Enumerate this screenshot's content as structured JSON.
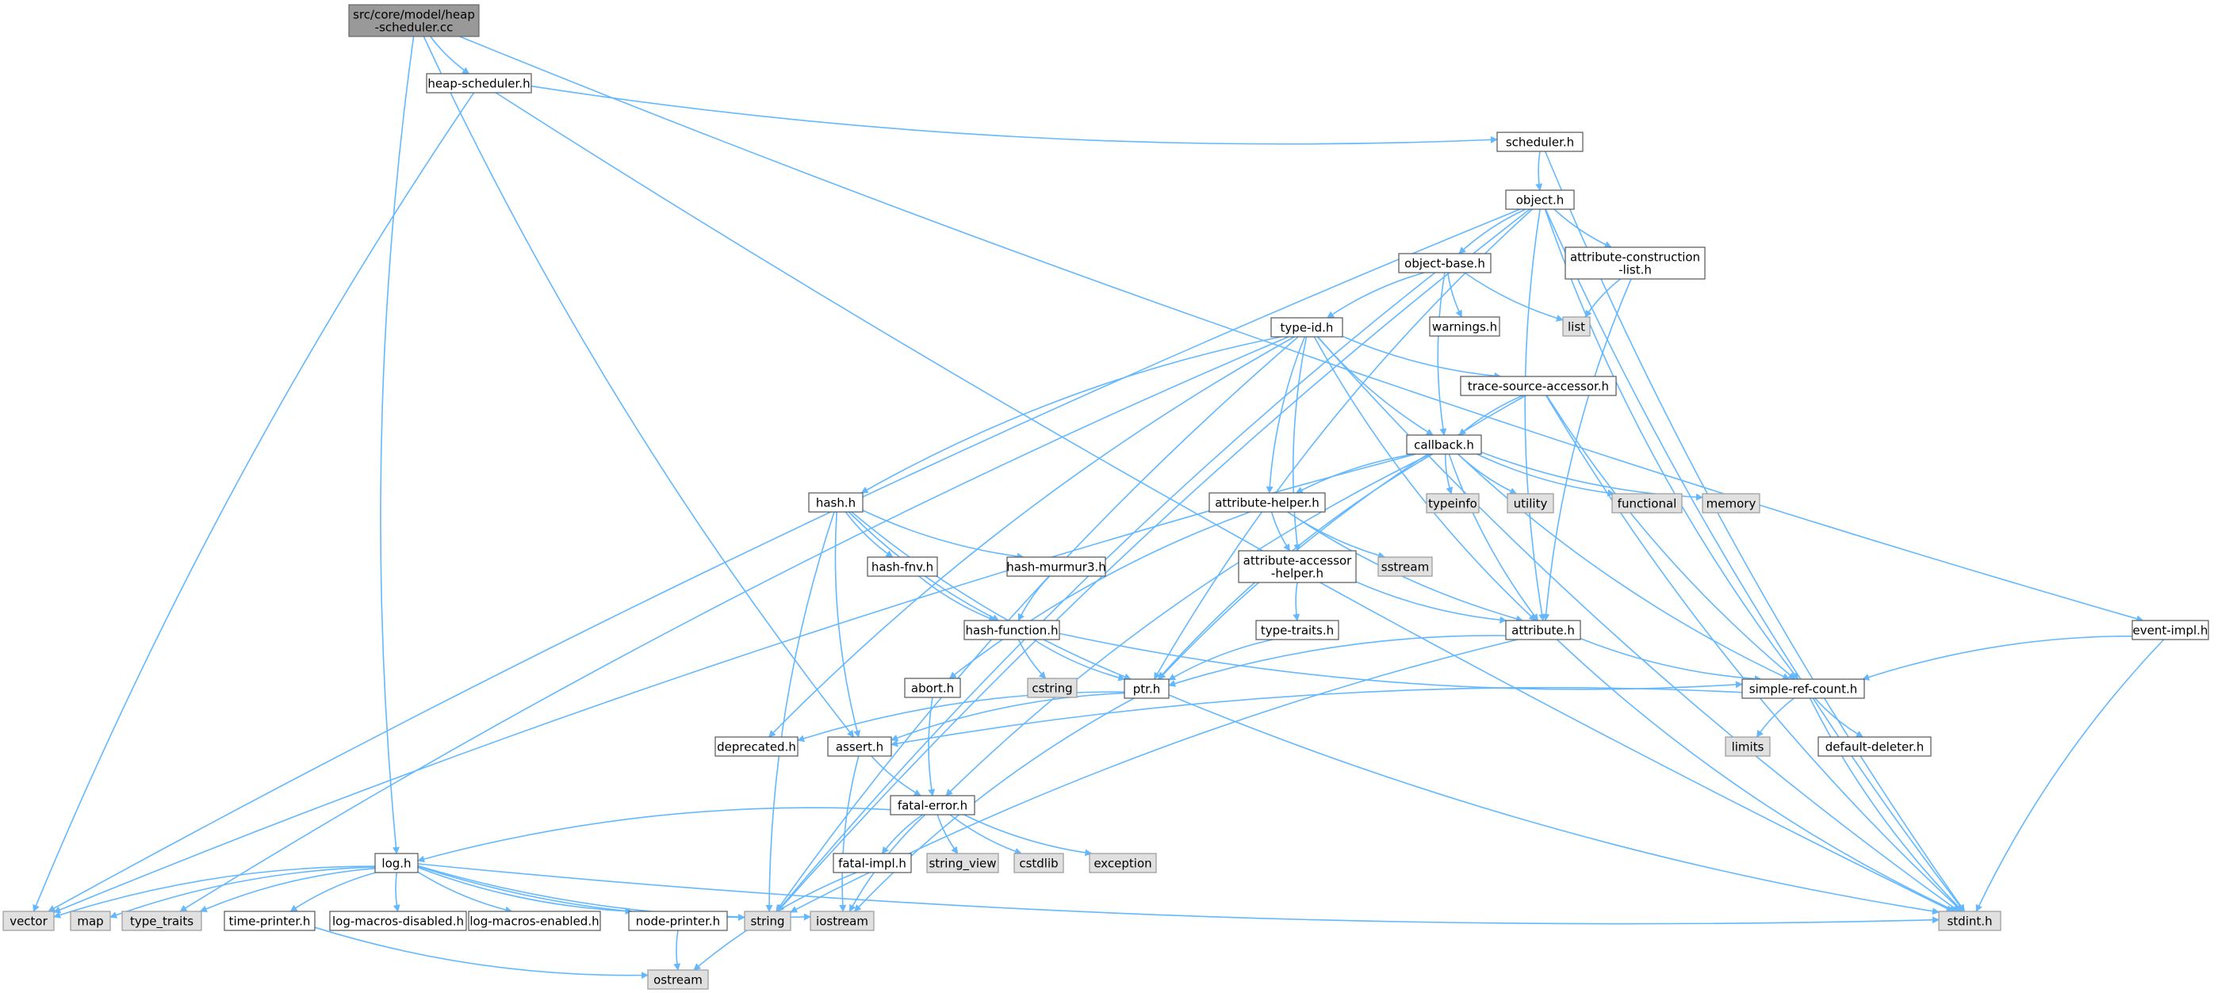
{
  "colors": {
    "edge": "#63b8ff",
    "header_fill": "#ffffff",
    "system_fill": "#e0e0e0",
    "root_fill": "#999999"
  },
  "nodes": [
    {
      "id": "root",
      "kind": "root",
      "lines": [
        "src/core/model/heap",
        "-scheduler.cc"
      ]
    },
    {
      "id": "heap-scheduler-h",
      "kind": "header",
      "lines": [
        "heap-scheduler.h"
      ]
    },
    {
      "id": "scheduler-h",
      "kind": "header",
      "lines": [
        "scheduler.h"
      ]
    },
    {
      "id": "object-h",
      "kind": "header",
      "lines": [
        "object.h"
      ]
    },
    {
      "id": "object-base-h",
      "kind": "header",
      "lines": [
        "object-base.h"
      ]
    },
    {
      "id": "attribute-construction-list-h",
      "kind": "header",
      "lines": [
        "attribute-construction",
        "-list.h"
      ]
    },
    {
      "id": "warnings-h",
      "kind": "header",
      "lines": [
        "warnings.h"
      ]
    },
    {
      "id": "list",
      "kind": "system",
      "lines": [
        "list"
      ]
    },
    {
      "id": "type-id-h",
      "kind": "header",
      "lines": [
        "type-id.h"
      ]
    },
    {
      "id": "trace-source-accessor-h",
      "kind": "header",
      "lines": [
        "trace-source-accessor.h"
      ]
    },
    {
      "id": "callback-h",
      "kind": "header",
      "lines": [
        "callback.h"
      ]
    },
    {
      "id": "hash-h",
      "kind": "header",
      "lines": [
        "hash.h"
      ]
    },
    {
      "id": "attribute-helper-h",
      "kind": "header",
      "lines": [
        "attribute-helper.h"
      ]
    },
    {
      "id": "typeinfo",
      "kind": "system",
      "lines": [
        "typeinfo"
      ]
    },
    {
      "id": "utility",
      "kind": "system",
      "lines": [
        "utility"
      ]
    },
    {
      "id": "functional",
      "kind": "system",
      "lines": [
        "functional"
      ]
    },
    {
      "id": "memory",
      "kind": "system",
      "lines": [
        "memory"
      ]
    },
    {
      "id": "hash-fnv-h",
      "kind": "header",
      "lines": [
        "hash-fnv.h"
      ]
    },
    {
      "id": "hash-murmur3-h",
      "kind": "header",
      "lines": [
        "hash-murmur3.h"
      ]
    },
    {
      "id": "attribute-accessor-helper-h",
      "kind": "header",
      "lines": [
        "attribute-accessor",
        "-helper.h"
      ]
    },
    {
      "id": "sstream",
      "kind": "system",
      "lines": [
        "sstream"
      ]
    },
    {
      "id": "type-traits-h",
      "kind": "header",
      "lines": [
        "type-traits.h"
      ]
    },
    {
      "id": "hash-function-h",
      "kind": "header",
      "lines": [
        "hash-function.h"
      ]
    },
    {
      "id": "attribute-h",
      "kind": "header",
      "lines": [
        "attribute.h"
      ]
    },
    {
      "id": "event-impl-h",
      "kind": "header",
      "lines": [
        "event-impl.h"
      ]
    },
    {
      "id": "cstring",
      "kind": "system",
      "lines": [
        "cstring"
      ]
    },
    {
      "id": "abort-h",
      "kind": "header",
      "lines": [
        "abort.h"
      ]
    },
    {
      "id": "ptr-h",
      "kind": "header",
      "lines": [
        "ptr.h"
      ]
    },
    {
      "id": "simple-ref-count-h",
      "kind": "header",
      "lines": [
        "simple-ref-count.h"
      ]
    },
    {
      "id": "deprecated-h",
      "kind": "header",
      "lines": [
        "deprecated.h"
      ]
    },
    {
      "id": "assert-h",
      "kind": "header",
      "lines": [
        "assert.h"
      ]
    },
    {
      "id": "limits",
      "kind": "system",
      "lines": [
        "limits"
      ]
    },
    {
      "id": "default-deleter-h",
      "kind": "header",
      "lines": [
        "default-deleter.h"
      ]
    },
    {
      "id": "fatal-error-h",
      "kind": "header",
      "lines": [
        "fatal-error.h"
      ]
    },
    {
      "id": "log-h",
      "kind": "header",
      "lines": [
        "log.h"
      ]
    },
    {
      "id": "fatal-impl-h",
      "kind": "header",
      "lines": [
        "fatal-impl.h"
      ]
    },
    {
      "id": "string_view",
      "kind": "system",
      "lines": [
        "string_view"
      ]
    },
    {
      "id": "cstdlib",
      "kind": "system",
      "lines": [
        "cstdlib"
      ]
    },
    {
      "id": "exception",
      "kind": "system",
      "lines": [
        "exception"
      ]
    },
    {
      "id": "vector",
      "kind": "system",
      "lines": [
        "vector"
      ]
    },
    {
      "id": "map",
      "kind": "system",
      "lines": [
        "map"
      ]
    },
    {
      "id": "type_traits",
      "kind": "system",
      "lines": [
        "type_traits"
      ]
    },
    {
      "id": "time-printer-h",
      "kind": "header",
      "lines": [
        "time-printer.h"
      ]
    },
    {
      "id": "log-macros-disabled-h",
      "kind": "header",
      "lines": [
        "log-macros-disabled.h"
      ]
    },
    {
      "id": "log-macros-enabled-h",
      "kind": "header",
      "lines": [
        "log-macros-enabled.h"
      ]
    },
    {
      "id": "node-printer-h",
      "kind": "header",
      "lines": [
        "node-printer.h"
      ]
    },
    {
      "id": "string",
      "kind": "system",
      "lines": [
        "string"
      ]
    },
    {
      "id": "iostream",
      "kind": "system",
      "lines": [
        "iostream"
      ]
    },
    {
      "id": "stdint-h",
      "kind": "system",
      "lines": [
        "stdint.h"
      ]
    },
    {
      "id": "ostream",
      "kind": "system",
      "lines": [
        "ostream"
      ]
    }
  ],
  "edges": [
    [
      "root",
      "heap-scheduler-h"
    ],
    [
      "root",
      "event-impl-h"
    ],
    [
      "root",
      "log-h"
    ],
    [
      "root",
      "assert-h"
    ],
    [
      "heap-scheduler-h",
      "scheduler-h"
    ],
    [
      "heap-scheduler-h",
      "vector"
    ],
    [
      "heap-scheduler-h",
      "stdint-h"
    ],
    [
      "scheduler-h",
      "object-h"
    ],
    [
      "scheduler-h",
      "stdint-h"
    ],
    [
      "object-h",
      "object-base-h"
    ],
    [
      "object-h",
      "attribute-construction-list-h"
    ],
    [
      "object-h",
      "ptr-h"
    ],
    [
      "object-h",
      "attribute-h"
    ],
    [
      "object-h",
      "simple-ref-count-h"
    ],
    [
      "object-h",
      "string"
    ],
    [
      "object-h",
      "vector"
    ],
    [
      "object-h",
      "stdint-h"
    ],
    [
      "object-base-h",
      "type-id-h"
    ],
    [
      "object-base-h",
      "callback-h"
    ],
    [
      "object-base-h",
      "warnings-h"
    ],
    [
      "object-base-h",
      "list"
    ],
    [
      "object-base-h",
      "string"
    ],
    [
      "attribute-construction-list-h",
      "list"
    ],
    [
      "attribute-construction-list-h",
      "attribute-h"
    ],
    [
      "type-id-h",
      "hash-h"
    ],
    [
      "type-id-h",
      "attribute-helper-h"
    ],
    [
      "type-id-h",
      "attribute-accessor-helper-h"
    ],
    [
      "type-id-h",
      "trace-source-accessor-h"
    ],
    [
      "type-id-h",
      "callback-h"
    ],
    [
      "type-id-h",
      "attribute-h"
    ],
    [
      "type-id-h",
      "deprecated-h"
    ],
    [
      "type-id-h",
      "string"
    ],
    [
      "type-id-h",
      "stdint-h"
    ],
    [
      "type-id-h",
      "type_traits"
    ],
    [
      "trace-source-accessor-h",
      "callback-h"
    ],
    [
      "trace-source-accessor-h",
      "ptr-h"
    ],
    [
      "trace-source-accessor-h",
      "simple-ref-count-h"
    ],
    [
      "trace-source-accessor-h",
      "stdint-h"
    ],
    [
      "callback-h",
      "attribute-helper-h"
    ],
    [
      "callback-h",
      "typeinfo"
    ],
    [
      "callback-h",
      "utility"
    ],
    [
      "callback-h",
      "functional"
    ],
    [
      "callback-h",
      "memory"
    ],
    [
      "callback-h",
      "attribute-h"
    ],
    [
      "callback-h",
      "ptr-h"
    ],
    [
      "callback-h",
      "simple-ref-count-h"
    ],
    [
      "callback-h",
      "fatal-error-h"
    ],
    [
      "callback-h",
      "vector"
    ],
    [
      "hash-h",
      "hash-fnv-h"
    ],
    [
      "hash-h",
      "hash-murmur3-h"
    ],
    [
      "hash-h",
      "hash-function-h"
    ],
    [
      "hash-h",
      "ptr-h"
    ],
    [
      "hash-h",
      "assert-h"
    ],
    [
      "hash-h",
      "string"
    ],
    [
      "attribute-helper-h",
      "attribute-accessor-helper-h"
    ],
    [
      "attribute-helper-h",
      "sstream"
    ],
    [
      "attribute-helper-h",
      "attribute-h"
    ],
    [
      "attribute-helper-h",
      "abort-h"
    ],
    [
      "hash-fnv-h",
      "hash-function-h"
    ],
    [
      "hash-murmur3-h",
      "hash-function-h"
    ],
    [
      "attribute-accessor-helper-h",
      "type-traits-h"
    ],
    [
      "attribute-accessor-helper-h",
      "attribute-h"
    ],
    [
      "type-traits-h",
      "ptr-h"
    ],
    [
      "hash-function-h",
      "cstring"
    ],
    [
      "hash-function-h",
      "ptr-h"
    ],
    [
      "hash-function-h",
      "simple-ref-count-h"
    ],
    [
      "attribute-h",
      "ptr-h"
    ],
    [
      "attribute-h",
      "simple-ref-count-h"
    ],
    [
      "attribute-h",
      "string"
    ],
    [
      "attribute-h",
      "stdint-h"
    ],
    [
      "event-impl-h",
      "simple-ref-count-h"
    ],
    [
      "event-impl-h",
      "stdint-h"
    ],
    [
      "abort-h",
      "fatal-error-h"
    ],
    [
      "ptr-h",
      "assert-h"
    ],
    [
      "ptr-h",
      "deprecated-h"
    ],
    [
      "ptr-h",
      "iostream"
    ],
    [
      "ptr-h",
      "stdint-h"
    ],
    [
      "simple-ref-count-h",
      "assert-h"
    ],
    [
      "simple-ref-count-h",
      "limits"
    ],
    [
      "simple-ref-count-h",
      "default-deleter-h"
    ],
    [
      "simple-ref-count-h",
      "stdint-h"
    ],
    [
      "assert-h",
      "fatal-error-h"
    ],
    [
      "assert-h",
      "iostream"
    ],
    [
      "fatal-error-h",
      "log-h"
    ],
    [
      "fatal-error-h",
      "fatal-impl-h"
    ],
    [
      "fatal-error-h",
      "string_view"
    ],
    [
      "fatal-error-h",
      "cstdlib"
    ],
    [
      "fatal-error-h",
      "exception"
    ],
    [
      "fatal-error-h",
      "iostream"
    ],
    [
      "fatal-impl-h",
      "ostream"
    ],
    [
      "log-h",
      "vector"
    ],
    [
      "log-h",
      "map"
    ],
    [
      "log-h",
      "type_traits"
    ],
    [
      "log-h",
      "time-printer-h"
    ],
    [
      "log-h",
      "log-macros-disabled-h"
    ],
    [
      "log-h",
      "log-macros-enabled-h"
    ],
    [
      "log-h",
      "node-printer-h"
    ],
    [
      "log-h",
      "string"
    ],
    [
      "log-h",
      "iostream"
    ],
    [
      "log-h",
      "stdint-h"
    ],
    [
      "time-printer-h",
      "ostream"
    ],
    [
      "node-printer-h",
      "ostream"
    ]
  ]
}
